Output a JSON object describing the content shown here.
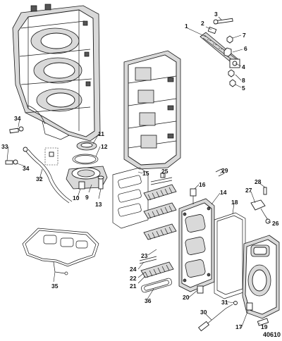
{
  "figure_id": "40610",
  "callouts": [
    "1",
    "2",
    "3",
    "4",
    "5",
    "6",
    "7",
    "8",
    "9",
    "10",
    "11",
    "12",
    "13",
    "14",
    "15",
    "16",
    "17",
    "18",
    "19",
    "20",
    "21",
    "22",
    "23",
    "24",
    "25",
    "26",
    "27",
    "28",
    "29",
    "30",
    "31",
    "32",
    "33",
    "34",
    "35",
    "36"
  ]
}
